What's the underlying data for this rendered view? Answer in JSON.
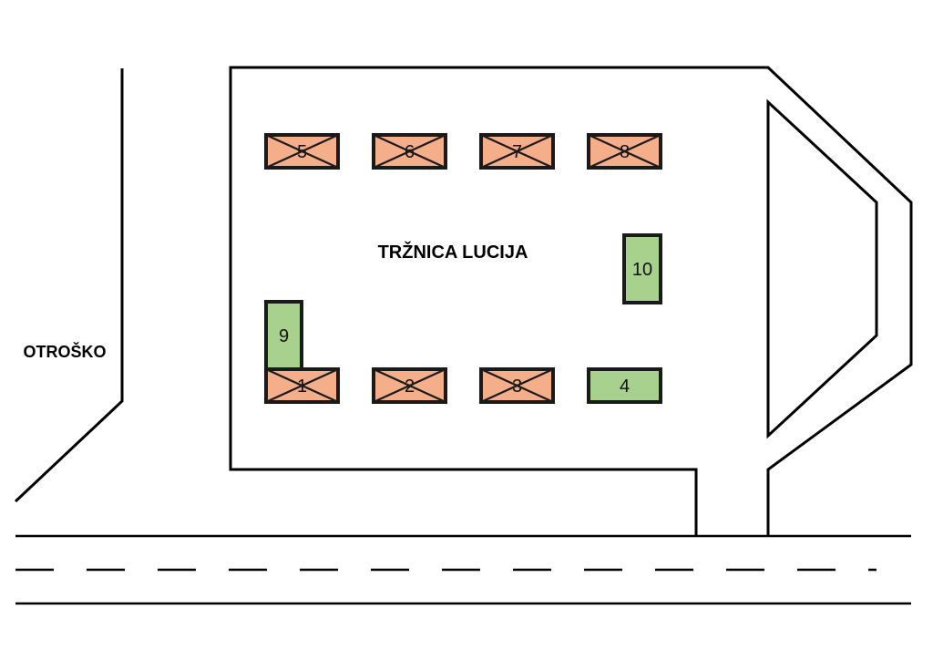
{
  "map": {
    "market_name": "TRŽNICA LUCIJA",
    "place_name": "OTROŠKO"
  },
  "colors": {
    "occupied": "#f4ae8a",
    "available": "#a9d18e",
    "outline": "#000000"
  },
  "stalls": [
    {
      "id": "1",
      "status": "occupied"
    },
    {
      "id": "2",
      "status": "occupied"
    },
    {
      "id": "3",
      "status": "occupied"
    },
    {
      "id": "4",
      "status": "available"
    },
    {
      "id": "5",
      "status": "occupied"
    },
    {
      "id": "6",
      "status": "occupied"
    },
    {
      "id": "7",
      "status": "occupied"
    },
    {
      "id": "8",
      "status": "occupied"
    },
    {
      "id": "9",
      "status": "available"
    },
    {
      "id": "10",
      "status": "available"
    }
  ]
}
